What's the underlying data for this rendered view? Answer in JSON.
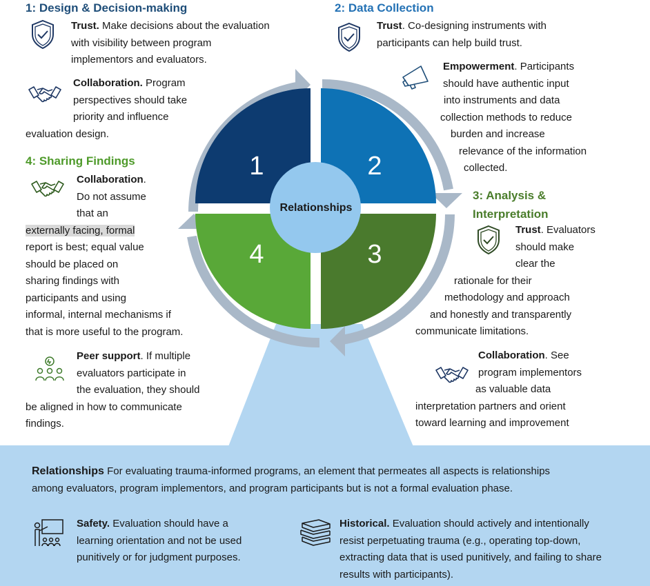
{
  "phase1": {
    "heading": "1: Design & Decision-making",
    "trust": {
      "term": "Trust.",
      "lines": [
        " Make decisions about the evaluation",
        "with visibility between program",
        "implementors and evaluators."
      ]
    },
    "collab": {
      "term": "Collaboration.",
      "lines": [
        " Program",
        "perspectives should take",
        "priority and influence",
        "evaluation design."
      ]
    }
  },
  "phase2": {
    "heading": "2: Data Collection",
    "trust": {
      "term": "Trust",
      "lines": [
        ". Co-designing instruments with",
        "participants can help build trust."
      ]
    },
    "empower": {
      "term": "Empowerment",
      "lines": [
        ". Participants",
        "should have authentic input",
        "into instruments and data",
        "collection methods to reduce",
        "burden and increase",
        "relevance of the information",
        "collected."
      ]
    }
  },
  "phase3": {
    "heading_lines": [
      "3: Analysis &",
      "Interpretation"
    ],
    "trust": {
      "term": "Trust",
      "lines": [
        ". Evaluators",
        "should make",
        "clear the",
        "rationale for their",
        "methodology and approach",
        "and honestly and transparently",
        "communicate limitations."
      ]
    },
    "collab": {
      "term": "Collaboration",
      "lines": [
        ". See",
        "program implementors",
        "as valuable data",
        "interpretation partners and orient",
        "toward learning and improvement"
      ]
    }
  },
  "phase4": {
    "heading": "4: Sharing Findings",
    "collab": {
      "term": "Collaboration",
      "lines": [
        ".",
        "Do not assume",
        "that an",
        "externally facing, formal",
        "report is best; equal value",
        "should be placed on",
        "sharing findings with",
        "participants and using",
        "informal, internal mechanisms if",
        "that is more useful to the program."
      ]
    },
    "peer": {
      "term": "Peer support",
      "lines": [
        ". If multiple",
        "evaluators participate in",
        "the evaluation, they should",
        "be aligned in how to communicate",
        "findings."
      ]
    }
  },
  "cycle": {
    "center_label": "Relationships",
    "numbers": [
      "1",
      "2",
      "3",
      "4"
    ],
    "colors": {
      "q1": "#0d3b70",
      "q2": "#0e72b5",
      "q3": "#4a7a2d",
      "q4": "#59a838",
      "center": "#94c8ee",
      "arrow": "#a9b8c8",
      "beam": "#b3d6f1"
    }
  },
  "bottom": {
    "title": "Relationships",
    "intro_lines": [
      " For evaluating trauma-informed programs, an element that permeates all aspects is relationships",
      "among evaluators, program implementors, and program participants but is not a formal evaluation phase."
    ],
    "safety": {
      "term": "Safety.",
      "lines": [
        " Evaluation should have a",
        "learning orientation and not be used",
        "punitively or for judgment purposes."
      ]
    },
    "historical": {
      "term": "Historical.",
      "lines": [
        " Evaluation should actively and intentionally",
        "resist perpetuating trauma (e.g., operating top-down,",
        "extracting data that is used punitively, and failing to share",
        "results with participants)."
      ]
    }
  },
  "icons": [
    "shield-check-icon",
    "handshake-icon",
    "megaphone-icon",
    "peer-support-icon",
    "teacher-icon",
    "books-icon"
  ]
}
